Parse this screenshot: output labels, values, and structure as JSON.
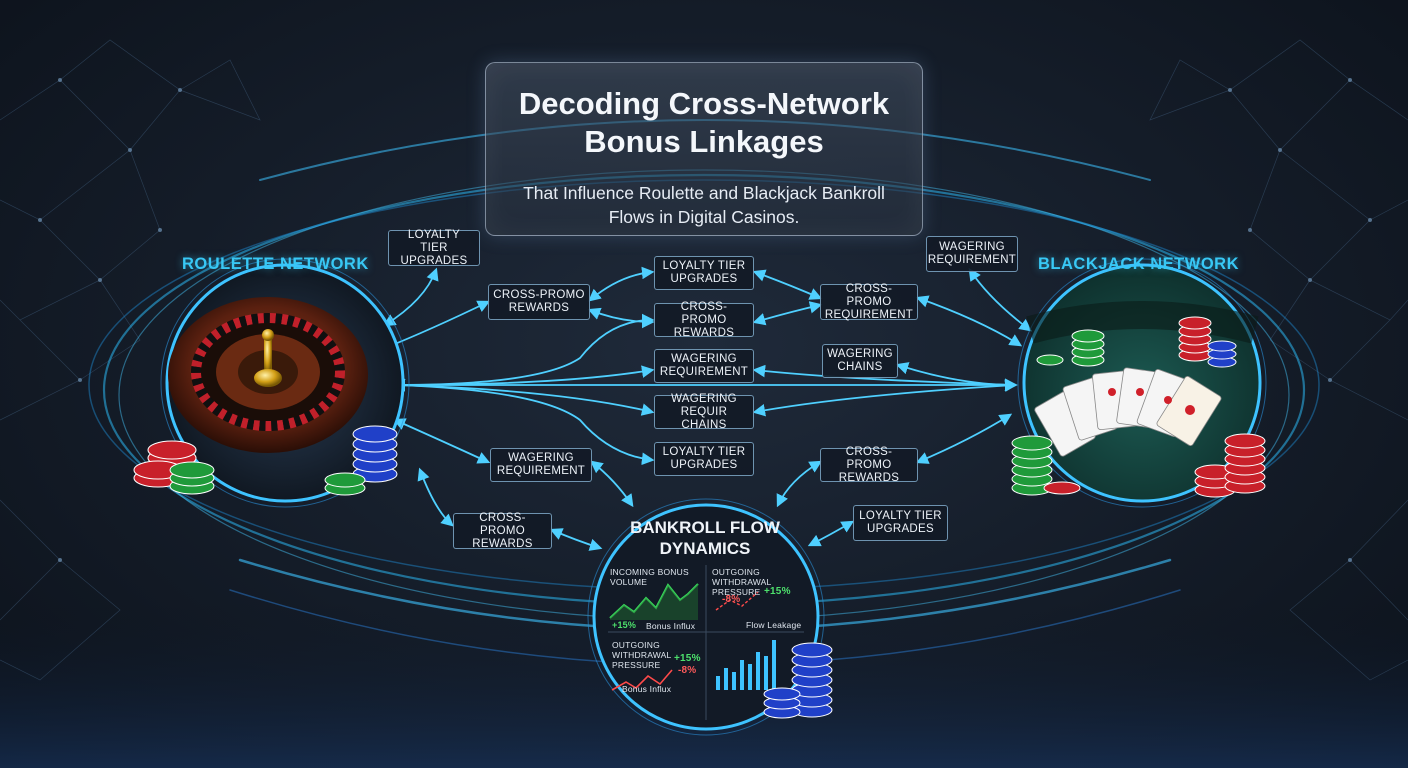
{
  "title": "Decoding Cross-Network Bonus Linkages",
  "subtitle": "That Influence Roulette and Blackjack Bankroll Flows in Digital Casinos.",
  "networks": {
    "left": "ROULETTE NETWORK",
    "right": "BLACKJACK NETWORK"
  },
  "tags": [
    {
      "id": "t1",
      "label": "LOYALTY TIER UPGRADES"
    },
    {
      "id": "t2",
      "label": "CROSS-PROMO REWARDS"
    },
    {
      "id": "t3",
      "label": "LOYALTY TIER UPGRADES"
    },
    {
      "id": "t4",
      "label": "CROSS-PROMO REWARDS"
    },
    {
      "id": "t5",
      "label": "WAGERING REQUIREMENT"
    },
    {
      "id": "t6",
      "label": "WAGERING REQUIR CHAINS"
    },
    {
      "id": "t7",
      "label": "LOYALTY TIER UPGRADES"
    },
    {
      "id": "t8",
      "label": "WAGERING REQUIREMENT"
    },
    {
      "id": "t9",
      "label": "CROSS-PROMO REQUIREMENT"
    },
    {
      "id": "t10",
      "label": "WAGERING CHAINS"
    },
    {
      "id": "t11",
      "label": "WAGERING REQUIREMENT"
    },
    {
      "id": "t12",
      "label": "CROSS-PROMO REWARDS"
    },
    {
      "id": "t13",
      "label": "CROSS-PROMO REWARDS"
    },
    {
      "id": "t14",
      "label": "LOYALTY TIER UPGRADES"
    }
  ],
  "bankroll": {
    "title": "BANKROLL FLOW DYNAMICS",
    "panels": [
      {
        "label": "INCOMING BONUS VOLUME",
        "stat": "+15%",
        "caption": "Bonus Influx"
      },
      {
        "label": "OUTGOING WITHDRAWAL PRESSURE",
        "stat_up": "+15%",
        "stat_down": "-8%",
        "caption": "Flow Leakage"
      },
      {
        "label": "OUTGOING WITHDRAWAL PRESSURE",
        "stat_up": "+15%",
        "stat_down": "-8%",
        "caption": "Bonus Influx"
      }
    ]
  },
  "colors": {
    "accent": "#38c8f5",
    "up": "#4de06c",
    "down": "#ff5a5a"
  }
}
